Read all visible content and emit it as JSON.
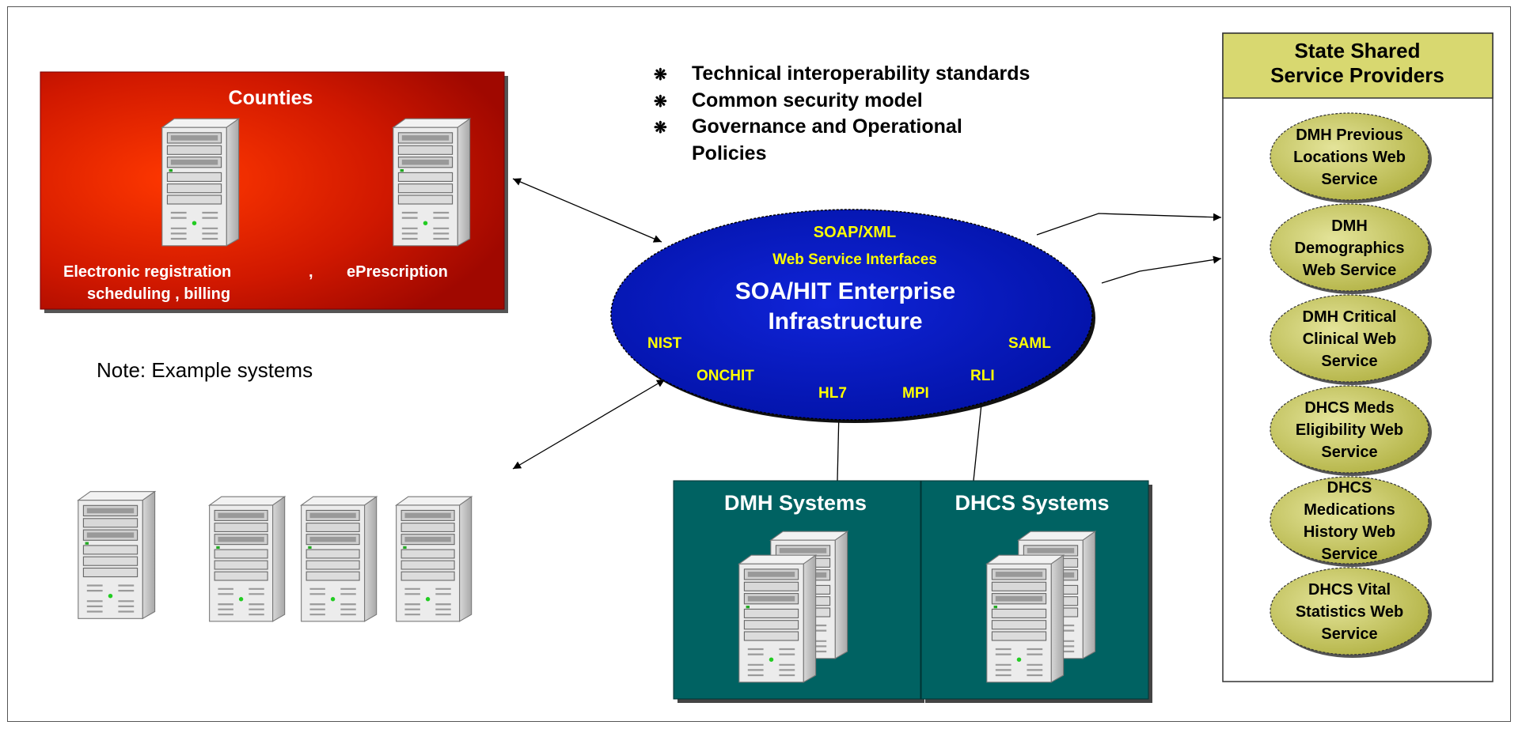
{
  "counties": {
    "title": "Counties",
    "label_left_line1": "Electronic registration",
    "label_left_comma": ",",
    "label_left_line2": "scheduling , billing",
    "label_right": "ePrescription"
  },
  "bullets": [
    "Technical interoperability standards",
    "Common security model",
    "Governance and Operational",
    "Policies"
  ],
  "bullet_glyph": "❋",
  "note": "Note: Example systems",
  "enterprise": {
    "soap": "SOAP/XML",
    "interfaces": "Web Service Interfaces",
    "title_line1": "SOA/HIT Enterprise",
    "title_line2": "Infrastructure",
    "standards": {
      "nist": "NIST",
      "saml": "SAML",
      "onchit": "ONCHIT",
      "rli": "RLI",
      "hl7": "HL7",
      "mpi": "MPI"
    }
  },
  "dmh_systems": {
    "title": "DMH Systems"
  },
  "dhcs_systems": {
    "title": "DHCS Systems"
  },
  "state_providers": {
    "title_line1": "State Shared",
    "title_line2": "Service Providers",
    "services": [
      {
        "lines": [
          "DMH Previous",
          "Locations Web",
          "Service"
        ]
      },
      {
        "lines": [
          "DMH",
          "Demographics",
          "Web Service"
        ]
      },
      {
        "lines": [
          "DMH Critical",
          "Clinical Web",
          "Service"
        ]
      },
      {
        "lines": [
          "DHCS Meds",
          "Eligibility Web",
          "Service"
        ]
      },
      {
        "lines": [
          "DHCS",
          "Medications",
          "History Web",
          "Service"
        ]
      },
      {
        "lines": [
          "DHCS Vital",
          "Statistics Web",
          "Service"
        ]
      }
    ]
  },
  "colors": {
    "counties_fill": "#c81000",
    "enterprise_fill": "#0a1bb0",
    "enterprise_text": "#ffff00",
    "systems_fill": "#006060",
    "providers_header": "#d8d870",
    "service_fill": "#c8c85a"
  }
}
